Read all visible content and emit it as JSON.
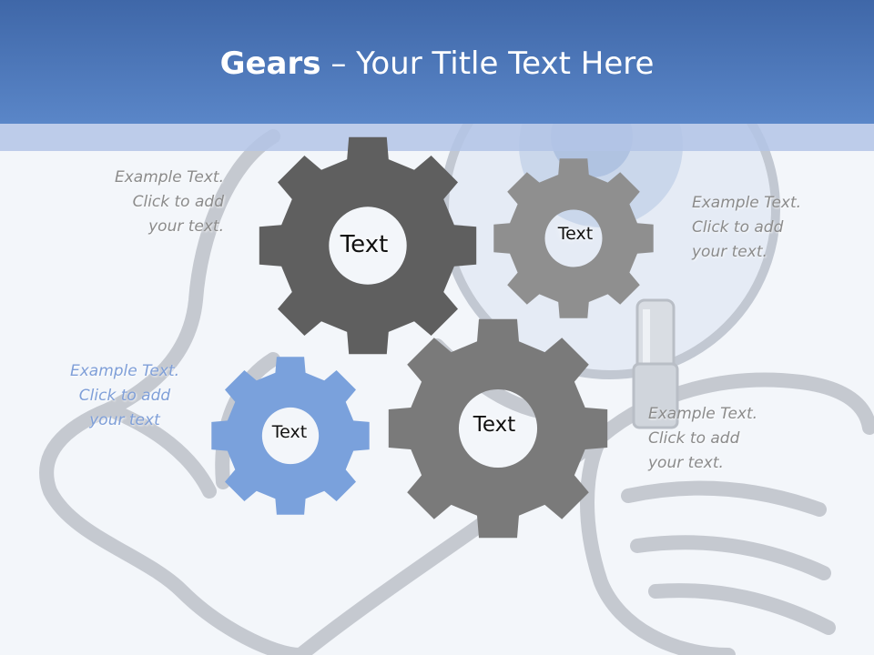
{
  "title": {
    "bold": "Gears",
    "rest": " – Your Title Text Here"
  },
  "colors": {
    "title_bar": "#4a74b8",
    "gear_dark": "#5f5f5f",
    "gear_mid": "#7a7a7a",
    "gear_light": "#8f8f8f",
    "gear_blue": "#7aa1dc",
    "example_text": "#8b8b8b",
    "example_text_blue": "#7f9fd8"
  },
  "gears": [
    {
      "label": "Text",
      "color": "dark",
      "icon": "gear-icon"
    },
    {
      "label": "Text",
      "color": "light",
      "icon": "gear-icon"
    },
    {
      "label": "Text",
      "color": "blue",
      "icon": "gear-icon"
    },
    {
      "label": "Text",
      "color": "mid",
      "icon": "gear-icon"
    }
  ],
  "example_texts": [
    {
      "lines": [
        "Example Text.",
        "Click  to add",
        "your text."
      ]
    },
    {
      "lines": [
        "Example Text.",
        "Click  to add",
        "your text."
      ]
    },
    {
      "lines": [
        "Example Text.",
        "Click  to add",
        "your text"
      ]
    },
    {
      "lines": [
        "Example Text.",
        "Click  to add",
        "your text."
      ]
    }
  ],
  "background_illustration": "hand-holding-magnifier"
}
